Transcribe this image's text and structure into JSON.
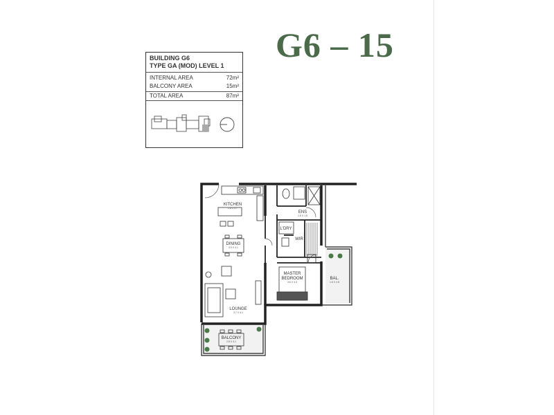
{
  "unit_title": "G6 – 15",
  "info": {
    "line1": "BUILDING G6",
    "line2": "TYPE GA (MOD) LEVEL 1",
    "rows": [
      {
        "label": "INTERNAL AREA",
        "value": "72m²"
      },
      {
        "label": "BALCONY AREA",
        "value": "15m²"
      }
    ],
    "total": {
      "label": "TOTAL AREA",
      "value": "87m²"
    }
  },
  "rooms": {
    "kitchen": {
      "name": "KITCHEN",
      "dims": "2.8 X 4.7"
    },
    "ens": {
      "name": "ENS",
      "dims": "1.6 X 1.8"
    },
    "ldry": {
      "name": "L'DRY"
    },
    "wir": {
      "name": "WIR"
    },
    "dining": {
      "name": "DINING",
      "dims": "3.0 X 4.1"
    },
    "master_line1": "MASTER",
    "master_line2": "BEDROOM",
    "master_dims": "3.6 X 3.3",
    "lounge": {
      "name": "LOUNGE",
      "dims": "3.7 X 4.1"
    },
    "bal": {
      "name": "BAL.",
      "dims": "1.6 X 2.8"
    },
    "balcony": {
      "name": "BALCONY",
      "dims": "2.8 X 4.1"
    }
  },
  "colors": {
    "title": "#4a6a4a",
    "wall": "#222222",
    "plant": "#4a7a4a"
  }
}
